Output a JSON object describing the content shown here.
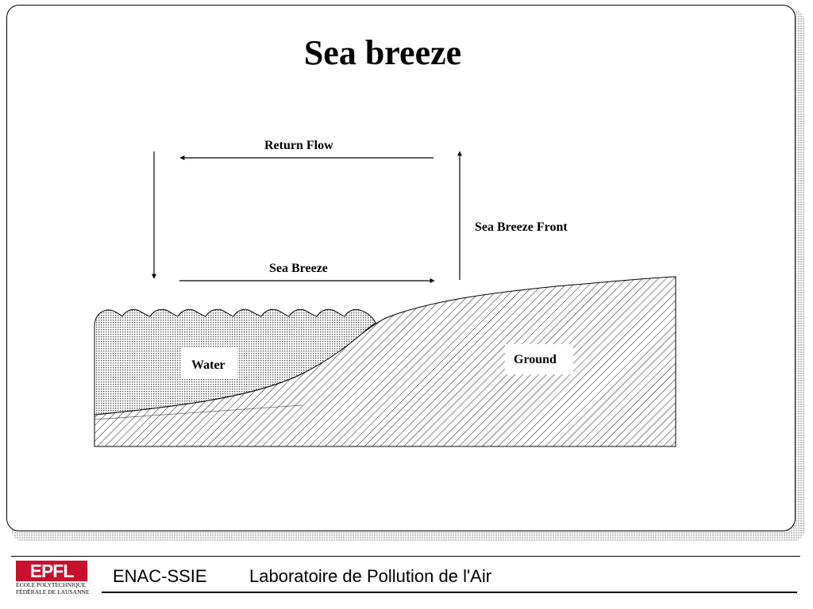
{
  "slide": {
    "title": "Sea breeze"
  },
  "diagram": {
    "labels": {
      "return_flow": "Return Flow",
      "sea_breeze_front": "Sea Breeze Front",
      "sea_breeze": "Sea Breeze",
      "water": "Water",
      "ground": "Ground"
    }
  },
  "footer": {
    "logo_mark": "EPFL",
    "logo_line1": "ÉCOLE POLYTECHNIQUE",
    "logo_line2": "FÉDÉRALE DE LAUSANNE",
    "department": "ENAC-SSIE",
    "laboratory": "Laboratoire de Pollution de l'Air"
  }
}
